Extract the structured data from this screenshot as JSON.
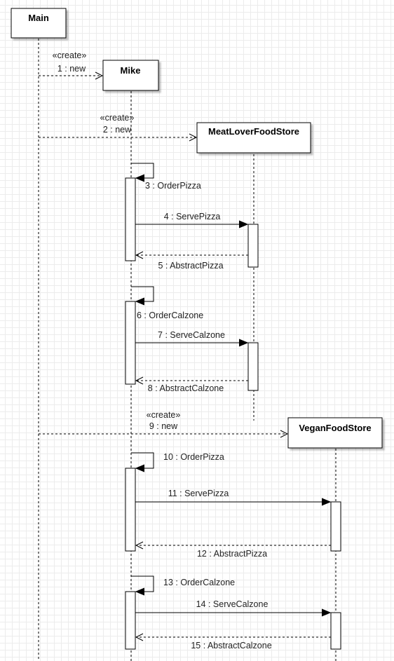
{
  "diagram": {
    "type": "uml-sequence",
    "participants": [
      {
        "id": "main",
        "name": "Main"
      },
      {
        "id": "mike",
        "name": "Mike"
      },
      {
        "id": "meat",
        "name": "MeatLoverFoodStore"
      },
      {
        "id": "vegan",
        "name": "VeganFoodStore"
      }
    ],
    "messages": [
      {
        "id": "m1",
        "stereotype": "«create»",
        "label": "1 : new",
        "kind": "create"
      },
      {
        "id": "m2",
        "stereotype": "«create»",
        "label": "2 : new",
        "kind": "create"
      },
      {
        "id": "m3",
        "label": "3 : OrderPizza",
        "kind": "self"
      },
      {
        "id": "m4",
        "label": "4 : ServePizza",
        "kind": "sync"
      },
      {
        "id": "m5",
        "label": "5 : AbstractPizza",
        "kind": "return"
      },
      {
        "id": "m6",
        "label": "6 : OrderCalzone",
        "kind": "self"
      },
      {
        "id": "m7",
        "label": "7 : ServeCalzone",
        "kind": "sync"
      },
      {
        "id": "m8",
        "label": "8 : AbstractCalzone",
        "kind": "return"
      },
      {
        "id": "m9",
        "stereotype": "«create»",
        "label": "9 : new",
        "kind": "create"
      },
      {
        "id": "m10",
        "label": "10 : OrderPizza",
        "kind": "self"
      },
      {
        "id": "m11",
        "label": "11 : ServePizza",
        "kind": "sync"
      },
      {
        "id": "m12",
        "label": "12 : AbstractPizza",
        "kind": "return"
      },
      {
        "id": "m13",
        "label": "13 : OrderCalzone",
        "kind": "self"
      },
      {
        "id": "m14",
        "label": "14 : ServeCalzone",
        "kind": "sync"
      },
      {
        "id": "m15",
        "label": "15 : AbstractCalzone",
        "kind": "return"
      }
    ]
  }
}
